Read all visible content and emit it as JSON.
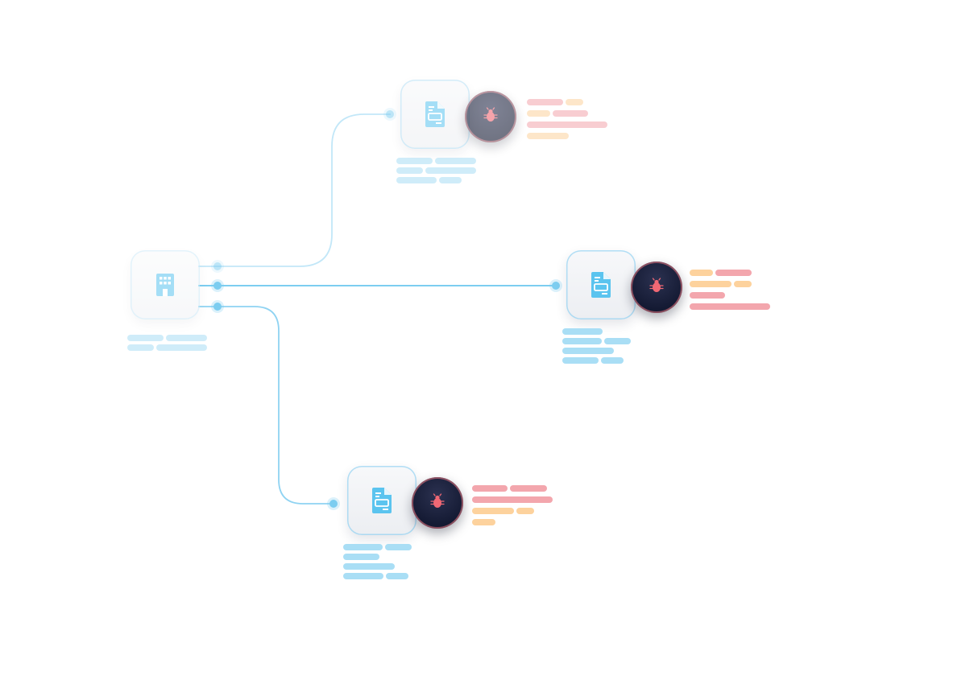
{
  "colors": {
    "accent": "#5bc4ef",
    "edge": "#8fd3f2",
    "bug": "#f06874",
    "label_blue": "#a9def5",
    "label_red": "#f3a6ad",
    "label_amber": "#fdd29d",
    "badge_dark": "#141a33"
  },
  "nodes": [
    {
      "id": "source",
      "icon": "building-icon",
      "state": "faded"
    },
    {
      "id": "doc-top",
      "icon": "document-icon",
      "state": "faded",
      "badge_icon": "bug-icon"
    },
    {
      "id": "doc-middle",
      "icon": "document-icon",
      "state": "active",
      "badge_icon": "bug-icon"
    },
    {
      "id": "doc-bottom",
      "icon": "document-icon",
      "state": "active",
      "badge_icon": "bug-icon"
    }
  ],
  "edges": [
    {
      "from": "source",
      "to": "doc-top",
      "state": "faded"
    },
    {
      "from": "source",
      "to": "doc-middle",
      "state": "active"
    },
    {
      "from": "source",
      "to": "doc-bottom",
      "state": "active"
    }
  ]
}
